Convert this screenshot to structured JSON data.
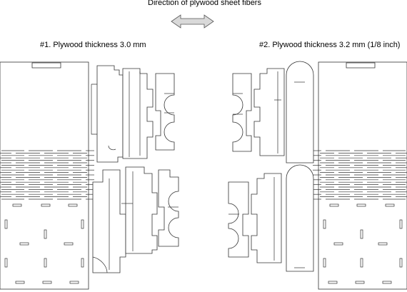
{
  "title": "Direction of plywood sheet fibers",
  "layouts": [
    {
      "id": "1",
      "caption": "#1. Plywood thickness 3.0 mm"
    },
    {
      "id": "2",
      "caption": "#2. Plywood thickness 3.2 mm (1/8 inch)"
    }
  ],
  "icons": {
    "fiber_direction": "double-headed-arrow-icon"
  },
  "colors": {
    "stroke": "#333333",
    "arrow_fill": "#d9d9d9",
    "background": "#ffffff"
  }
}
